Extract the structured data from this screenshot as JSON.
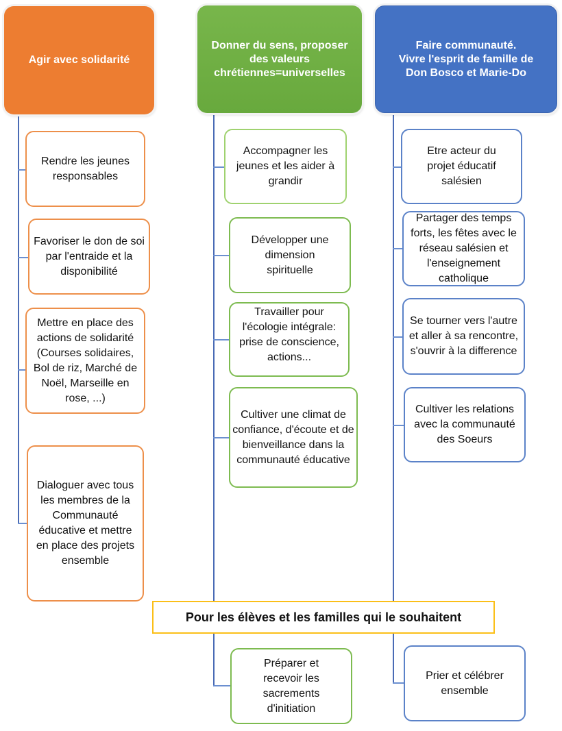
{
  "diagram": {
    "banner": "Pour les élèves et les familles qui le souhaitent",
    "columns": [
      {
        "color": "#ed7d31",
        "title": "Agir avec solidarité",
        "items": [
          "Rendre les jeunes responsables",
          "Favoriser le don de soi par l'entraide et la disponibilité",
          "Mettre en place des actions de solidarité (Courses solidaires, Bol de riz, Marché de Noël, Marseille en rose, ...)",
          "Dialoguer avec tous les membres de la Communauté éducative et mettre en place des projets ensemble"
        ]
      },
      {
        "color": "#70ad47",
        "title": "Donner du sens, proposer des valeurs chrétiennes=universelles",
        "items": [
          "Accompagner les jeunes et les aider à grandir",
          "Développer une dimension spirituelle",
          "Travailler pour l'écologie intégrale: prise de conscience, actions...",
          "Cultiver une climat de confiance, d'écoute et de bienveillance dans la communauté éducative"
        ],
        "after_banner": [
          "Préparer et recevoir les sacrements d'initiation"
        ]
      },
      {
        "color": "#4472c4",
        "title": "Faire communauté. Vivre l'esprit de famille de Don Bosco et Marie-Do",
        "items": [
          "Etre acteur du projet éducatif salésien",
          "Partager des temps forts, les fêtes avec le réseau salésien et l'enseignement catholique",
          "Se tourner vers l'autre et aller à sa rencontre, s'ouvrir à la difference",
          "Cultiver les relations avec la communauté des Soeurs"
        ],
        "after_banner": [
          "Prier et célébrer ensemble"
        ]
      }
    ],
    "header_lines": {
      "green": [
        "Donner du sens, proposer",
        "des valeurs",
        "chrétiennes=universelles"
      ],
      "blue": [
        "Faire communauté.",
        "Vivre l'esprit de famille de",
        "Don Bosco et Marie-Do"
      ]
    }
  }
}
